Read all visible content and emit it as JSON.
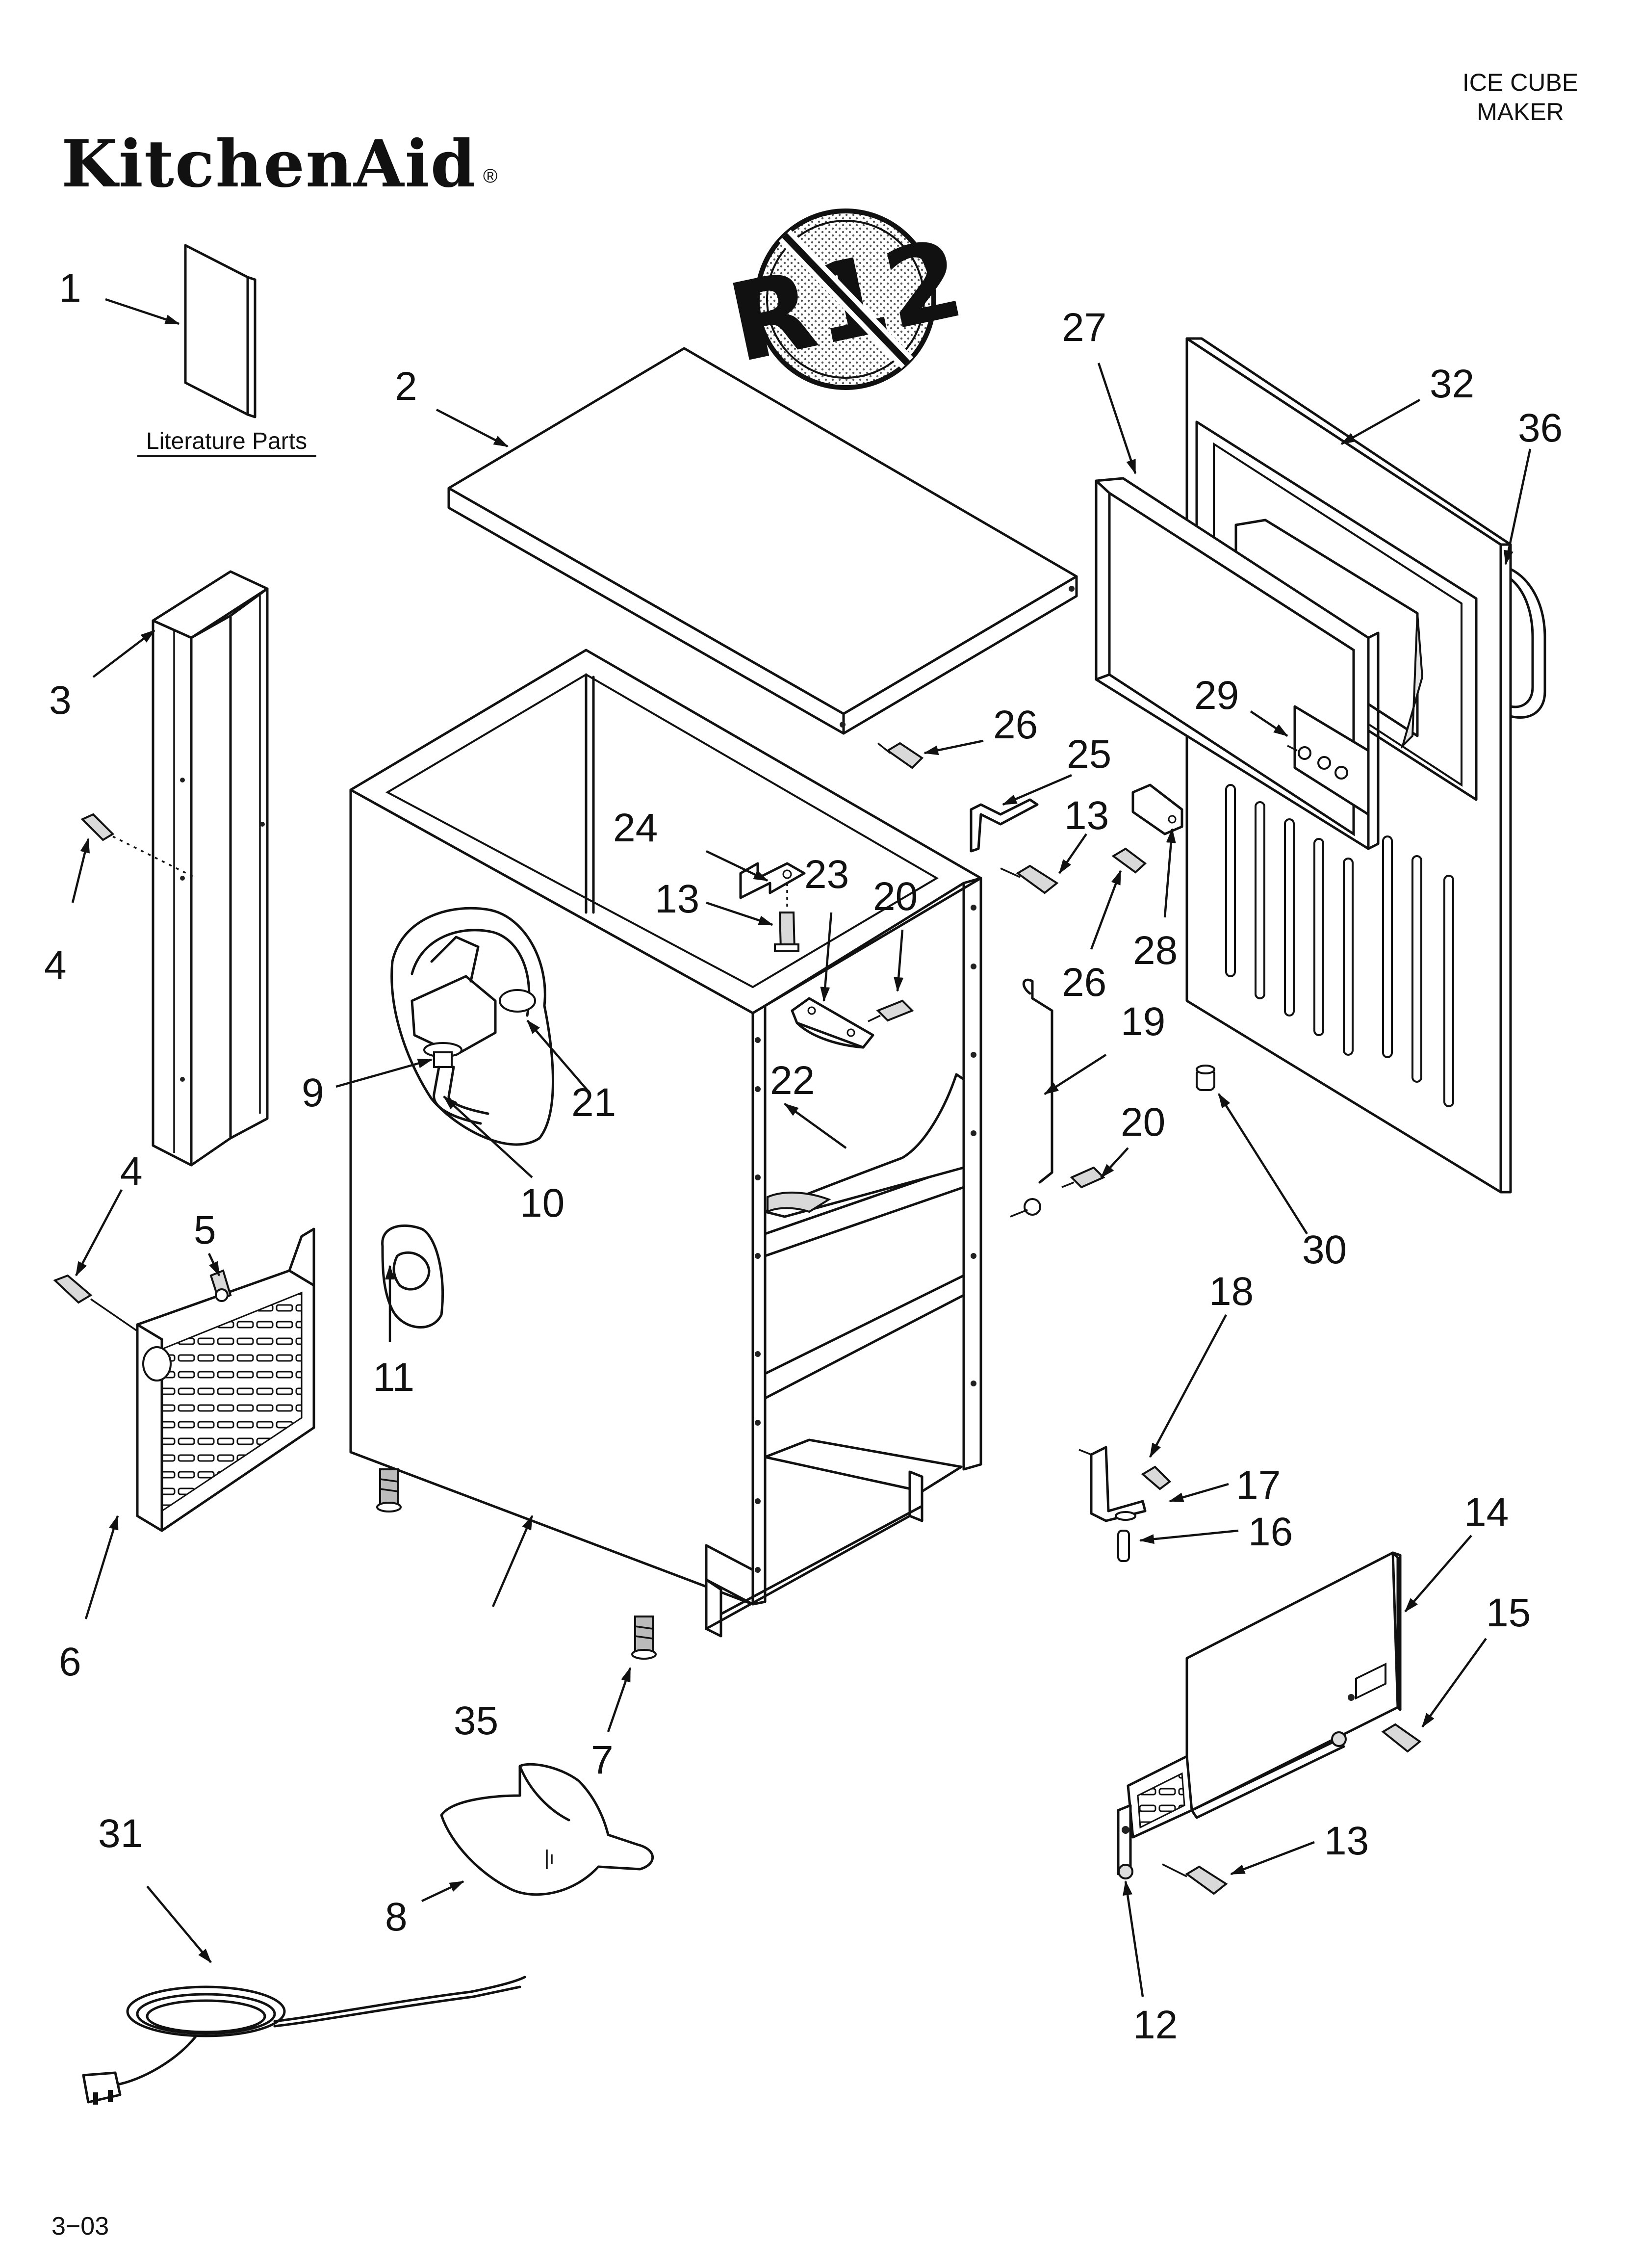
{
  "header": {
    "brand": "KitchenAid",
    "brand_mark": "®",
    "product_line1": "ICE CUBE",
    "product_line2": "MAKER"
  },
  "badge": {
    "text": "R12"
  },
  "literature_label": "Literature Parts",
  "footer": {
    "page_code": "3−03"
  },
  "callouts": {
    "c1": "1",
    "c2": "2",
    "c3": "3",
    "c4a": "4",
    "c4b": "4",
    "c5": "5",
    "c6": "6",
    "c7": "7",
    "c8": "8",
    "c9": "9",
    "c10": "10",
    "c11": "11",
    "c12": "12",
    "c13a": "13",
    "c13b": "13",
    "c13c": "13",
    "c14": "14",
    "c15": "15",
    "c16": "16",
    "c17": "17",
    "c18": "18",
    "c19": "19",
    "c20a": "20",
    "c20b": "20",
    "c21": "21",
    "c22": "22",
    "c23": "23",
    "c24": "24",
    "c25": "25",
    "c26a": "26",
    "c26b": "26",
    "c27": "27",
    "c28": "28",
    "c29": "29",
    "c30": "30",
    "c31": "31",
    "c32": "32",
    "c35": "35",
    "c36": "36"
  }
}
